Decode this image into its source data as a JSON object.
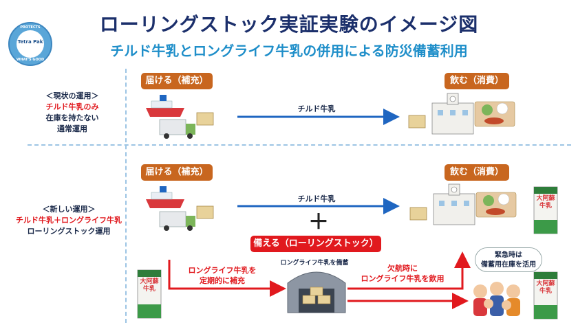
{
  "title": "ローリングストック実証実験のイメージ図",
  "subtitle": "チルド牛乳とロングライフ牛乳の併用による防災備蓄利用",
  "logo": {
    "brand": "Tetra Pak",
    "ring_top": "PROTECTS",
    "ring_bottom": "WHAT'S GOOD"
  },
  "current": {
    "label_line1": "＜現状の運用＞",
    "label_line2": "チルド牛乳のみ",
    "label_line3": "在庫を持たない",
    "label_line4": "通常運用",
    "deliver_tag": "届ける（補充）",
    "consume_tag": "飲む（消費）",
    "arrow_label": "チルド牛乳"
  },
  "new": {
    "label_line1": "＜新しい運用＞",
    "label_line2": "チルド牛乳＋ロングライフ牛乳",
    "label_line3": "ローリングストック運用",
    "deliver_tag": "届ける（補充）",
    "consume_tag": "飲む（消費）",
    "arrow_label": "チルド牛乳",
    "plus": "＋",
    "stock_tag": "備える（ローリングストック）",
    "replenish_line1": "ロングライフ牛乳を",
    "replenish_line2": "定期的に補充",
    "warehouse_label": "ロングライフ牛乳を備蓄",
    "shortage_line1": "欠航時に",
    "shortage_line2": "ロングライフ牛乳を飲用",
    "bubble_line1": "緊急時は",
    "bubble_line2": "備蓄用在庫を活用"
  },
  "carton": {
    "line1": "大阿蘇",
    "line2": "牛乳"
  },
  "colors": {
    "navy": "#1b2f6b",
    "cyan": "#1e8ec9",
    "orange": "#c8661f",
    "red": "#e1191e",
    "blue_arrow": "#1f66c1"
  }
}
